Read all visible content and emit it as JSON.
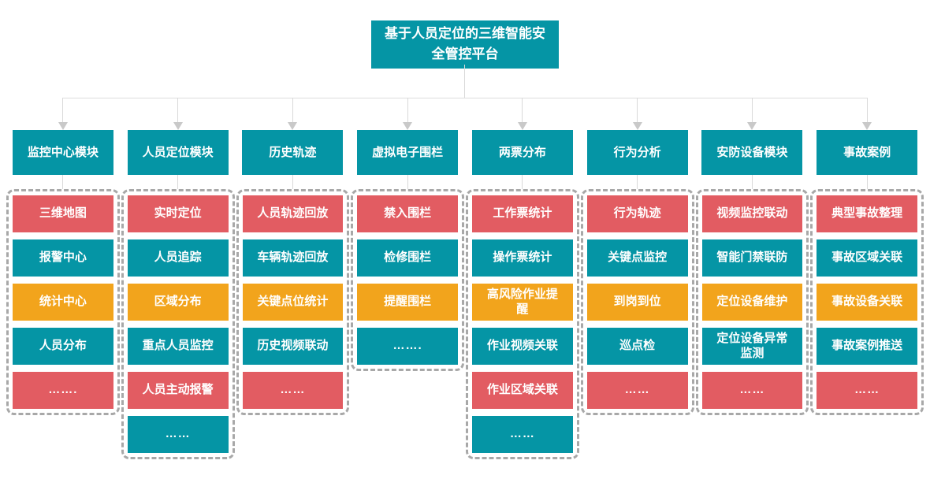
{
  "title": "基于人员定位的三维智能安全管控平台",
  "colors": {
    "teal": "#0595A5",
    "red": "#E25C62",
    "orange": "#F2A41C",
    "connector": "#D9D9D9",
    "dash_border": "#A8A8A8"
  },
  "modules": [
    {
      "name": "监控中心模块",
      "items": [
        {
          "label": "三维地图",
          "color": "red"
        },
        {
          "label": "报警中心",
          "color": "teal"
        },
        {
          "label": "统计中心",
          "color": "orange"
        },
        {
          "label": "人员分布",
          "color": "teal"
        },
        {
          "label": "…….",
          "color": "red"
        }
      ]
    },
    {
      "name": "人员定位模块",
      "items": [
        {
          "label": "实时定位",
          "color": "red"
        },
        {
          "label": "人员追踪",
          "color": "teal"
        },
        {
          "label": "区域分布",
          "color": "orange"
        },
        {
          "label": "重点人员监控",
          "color": "teal"
        },
        {
          "label": "人员主动报警",
          "color": "red"
        },
        {
          "label": "……",
          "color": "teal"
        }
      ]
    },
    {
      "name": "历史轨迹",
      "items": [
        {
          "label": "人员轨迹回放",
          "color": "red"
        },
        {
          "label": "车辆轨迹回放",
          "color": "teal"
        },
        {
          "label": "关键点位统计",
          "color": "orange"
        },
        {
          "label": "历史视频联动",
          "color": "teal"
        },
        {
          "label": "……",
          "color": "red"
        }
      ]
    },
    {
      "name": "虚拟电子围栏",
      "items": [
        {
          "label": "禁入围栏",
          "color": "red"
        },
        {
          "label": "检修围栏",
          "color": "teal"
        },
        {
          "label": "提醒围栏",
          "color": "orange"
        },
        {
          "label": "…….",
          "color": "teal"
        }
      ]
    },
    {
      "name": "两票分布",
      "items": [
        {
          "label": "工作票统计",
          "color": "red"
        },
        {
          "label": "操作票统计",
          "color": "teal"
        },
        {
          "label": "高风险作业提醒",
          "color": "orange"
        },
        {
          "label": "作业视频关联",
          "color": "teal"
        },
        {
          "label": "作业区域关联",
          "color": "red"
        },
        {
          "label": "……",
          "color": "teal"
        }
      ]
    },
    {
      "name": "行为分析",
      "items": [
        {
          "label": "行为轨迹",
          "color": "red"
        },
        {
          "label": "关键点监控",
          "color": "teal"
        },
        {
          "label": "到岗到位",
          "color": "orange"
        },
        {
          "label": "巡点检",
          "color": "teal"
        },
        {
          "label": "……",
          "color": "red"
        }
      ]
    },
    {
      "name": "安防设备模块",
      "items": [
        {
          "label": "视频监控联动",
          "color": "red"
        },
        {
          "label": "智能门禁联防",
          "color": "teal"
        },
        {
          "label": "定位设备维护",
          "color": "orange"
        },
        {
          "label": "定位设备异常监测",
          "color": "teal"
        },
        {
          "label": "……",
          "color": "red"
        }
      ]
    },
    {
      "name": "事故案例",
      "items": [
        {
          "label": "典型事故整理",
          "color": "red"
        },
        {
          "label": "事故区域关联",
          "color": "teal"
        },
        {
          "label": "事故设备关联",
          "color": "orange"
        },
        {
          "label": "事故案例推送",
          "color": "teal"
        },
        {
          "label": "……",
          "color": "red"
        }
      ]
    }
  ]
}
